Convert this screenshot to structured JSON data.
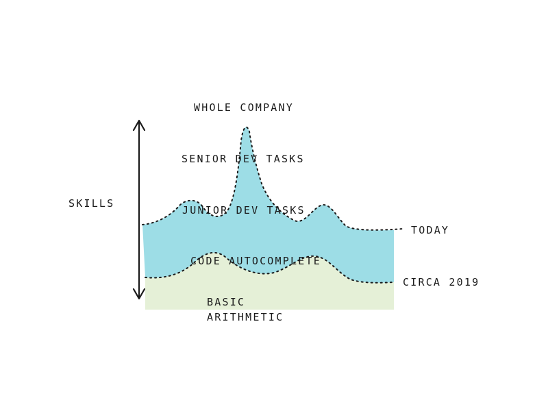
{
  "colors": {
    "ink": "#1a1a1a",
    "today_fill": "#5cc7d6",
    "circa_fill": "#cfe3b7",
    "paper": "#ffffff"
  },
  "axis": {
    "label": "SKILLS",
    "icon": "double-headed-arrow"
  },
  "labels": {
    "whole_company": "WHOLE COMPANY",
    "senior_dev_tasks": "SENIOR DEV TASKS",
    "junior_dev_tasks": "JUNIOR DEV TASKS",
    "code_autocomplete": "CODE AUTOCOMPLETE",
    "basic_line1": "BASIC",
    "basic_line2": "ARITHMETIC"
  },
  "lines": {
    "today": "TODAY",
    "circa_2019": "CIRCA 2019"
  }
}
